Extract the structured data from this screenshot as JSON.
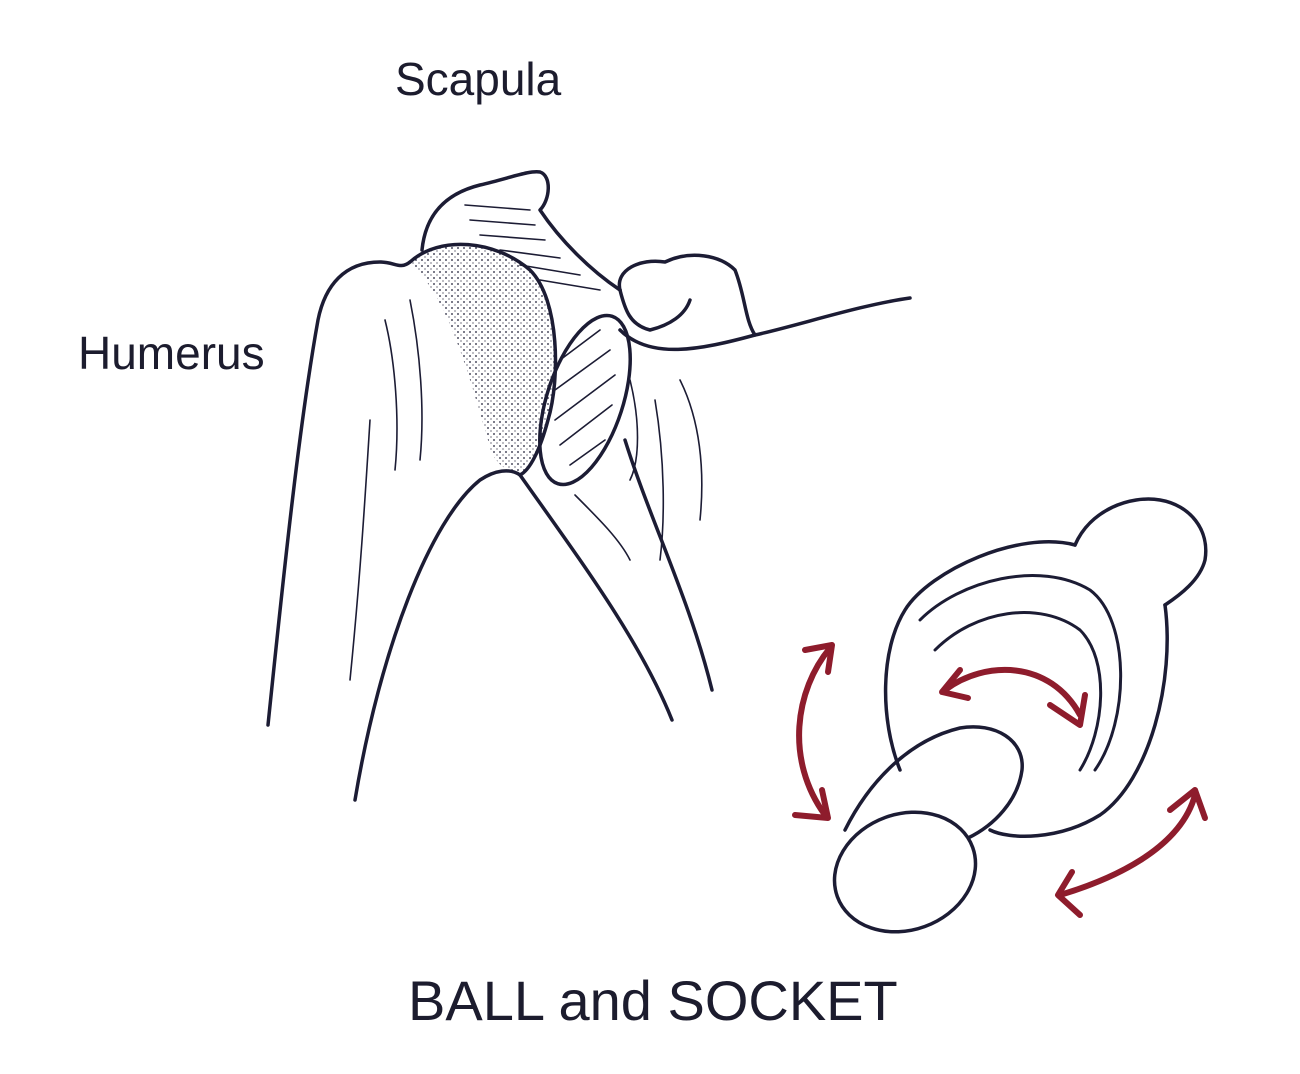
{
  "labels": {
    "scapula": "Scapula",
    "humerus": "Humerus",
    "caption": "BALL and SOCKET"
  },
  "colors": {
    "line": "#1c1c34",
    "arrow": "#8e1c2c",
    "background": "#ffffff"
  }
}
